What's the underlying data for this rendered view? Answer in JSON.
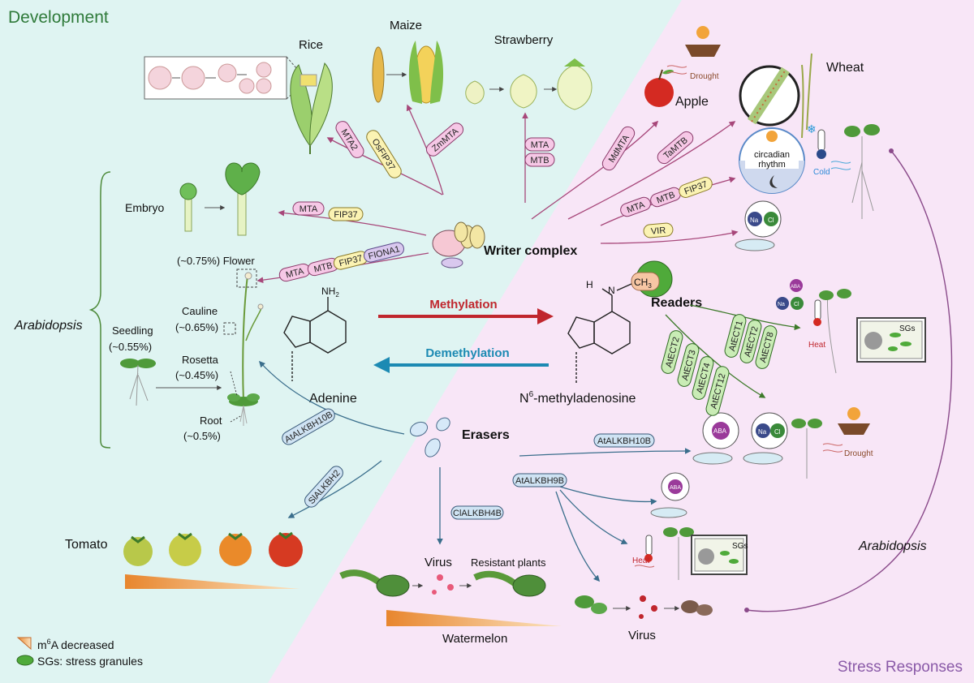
{
  "sections": {
    "development": "Development",
    "stress": "Stress Responses"
  },
  "center": {
    "writer": "Writer complex",
    "readers": "Readers",
    "erasers": "Erasers",
    "methylation": "Methylation",
    "demethylation": "Demethylation",
    "adenine": "Adenine",
    "m6a_prefix": "N",
    "m6a_sup": "6",
    "m6a_suffix": "-methyladenosine",
    "nh2": "NH",
    "nh2_sub": "2",
    "h": "H",
    "n": "N",
    "ch3": "CH",
    "ch3_sub": "3"
  },
  "development": {
    "rice": "Rice",
    "maize": "Maize",
    "strawberry": "Strawberry",
    "embryo": "Embryo",
    "arabidopsis": "Arabidopsis",
    "flower": "(~0.75%) Flower",
    "cauline": "Cauline",
    "cauline_val": "(~0.65%)",
    "seedling": "Seedling",
    "seedling_val": "(~0.55%)",
    "rosetta": "Rosetta",
    "rosetta_val": "(~0.45%)",
    "root": "Root",
    "root_val": "(~0.5%)",
    "tomato": "Tomato",
    "virus": "Virus",
    "resistant": "Resistant plants",
    "watermelon": "Watermelon"
  },
  "stress": {
    "apple": "Apple",
    "drought": "Drought",
    "wheat": "Wheat",
    "circadian1": "circadian",
    "circadian2": "rhythm",
    "cold": "Cold",
    "heat": "Heat",
    "sgs": "SGs",
    "arabidopsis": "Arabidopsis",
    "virus": "Virus",
    "aba": "ABA",
    "na": "Na",
    "cl": "Cl"
  },
  "legend": {
    "m6a_prefix": "m",
    "m6a_sup": "6",
    "m6a_suffix": "A decreased",
    "sgs": "SGs: stress granules"
  },
  "proteins": {
    "mta2": "MTA2",
    "osfip37": "OsFIP37",
    "zmmta": "ZmMTA",
    "mta_s": "MTA",
    "mtb_s": "MTB",
    "mta_e": "MTA",
    "fip37_e": "FIP37",
    "mta_f": "MTA",
    "mtb_f": "MTB",
    "fip37_f": "FIP37",
    "fiona1": "FIONA1",
    "mdmta": "MdMTA",
    "tamtb": "TaMTB",
    "mta_c": "MTA",
    "mtb_c": "MTB",
    "fip37_c": "FIP37",
    "vir": "VIR",
    "atect1": "AtECT1",
    "atect2a": "AtECT2",
    "atect8": "AtECT8",
    "atect2b": "AtECT2",
    "atect3": "AtECT3",
    "atect4": "AtECT4",
    "atect12": "AtECT12",
    "atalkbh10b_l": "AtALKBH10B",
    "slalkbh2": "SlALKBH2",
    "clalkbh4b": "ClALKBH4B",
    "atalkbh10b_r": "AtALKBH10B",
    "atalkbh9b": "AtALKBH9B"
  },
  "colors": {
    "dev_bg": "#dff4f2",
    "stress_bg": "#f8e6f7",
    "writer_pill": "#f6c8e6",
    "yellow_pill": "#fbf3b3",
    "purple_pill": "#d9c8ee",
    "green_pill": "#c9ecb5",
    "blue_pill": "#cfe3f3",
    "arrow_writer": "#a7477a",
    "arrow_reader": "#3d7a2a",
    "arrow_eraser": "#3a6e8c",
    "methylation": "#c0262d",
    "demethylation": "#1c8ab3"
  }
}
